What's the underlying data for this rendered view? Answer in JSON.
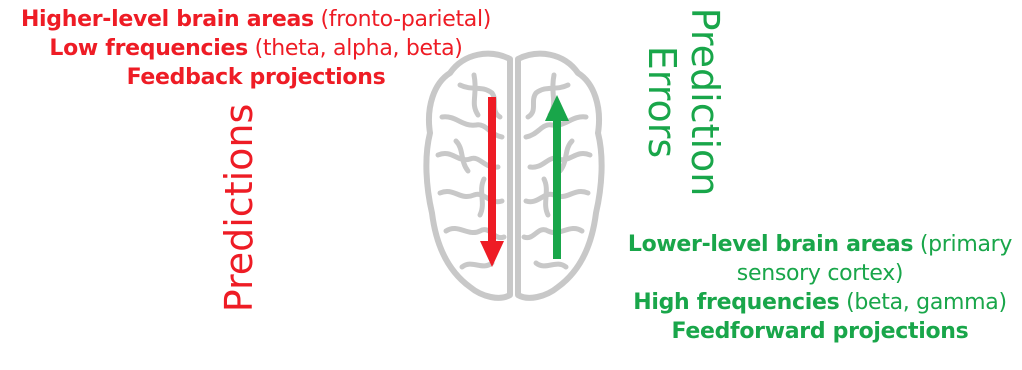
{
  "higher": {
    "line1_bold": "Higher-level brain areas",
    "line1_normal": " (fronto-parietal)",
    "line2_bold": "Low frequencies",
    "line2_normal": " (theta, alpha, beta)",
    "line3_bold": "Feedback projections"
  },
  "lower": {
    "line1_bold": "Lower-level brain areas",
    "line1_normal": " (primary",
    "line2_normal": "sensory cortex)",
    "line3_bold": "High frequencies",
    "line3_normal": " (beta, gamma)",
    "line4_bold": "Feedforward projections"
  },
  "labels": {
    "predictions": "Predictions",
    "prediction": "Prediction",
    "errors": "Errors"
  },
  "colors": {
    "red": "#ee1c25",
    "green": "#19a64a",
    "brain_gray": "#c8c8c8"
  },
  "icons": {
    "brain": "brain-icon",
    "down_arrow": "down-arrow-icon",
    "up_arrow": "up-arrow-icon"
  }
}
